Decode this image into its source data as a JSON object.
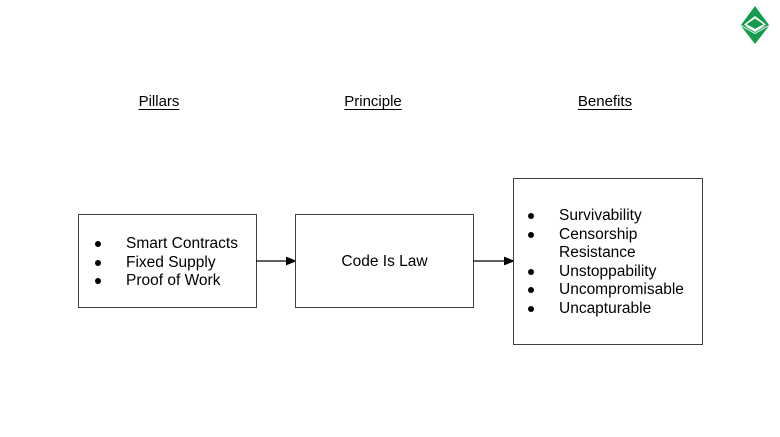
{
  "page": {
    "background_color": "#ffffff"
  },
  "logo": {
    "name": "ethereum-classic-logo",
    "color": "#169B4E",
    "color_dark": "#0D7A3B"
  },
  "headers": [
    {
      "id": "pillars",
      "label": "Pillars"
    },
    {
      "id": "principle",
      "label": "Principle"
    },
    {
      "id": "benefits",
      "label": "Benefits"
    }
  ],
  "boxes": {
    "pillars": {
      "title": "Pillars",
      "items": [
        "Smart Contracts",
        "Fixed Supply",
        "Proof of Work"
      ]
    },
    "principle": {
      "title": "Principle",
      "label": "Code Is Law"
    },
    "benefits": {
      "title": "Benefits",
      "items": [
        "Survivability",
        "Censorship Resistance",
        "Unstoppability",
        "Uncompromisable",
        "Uncapturable"
      ]
    }
  },
  "arrows": [
    {
      "id": "pillars-to-principle",
      "direction": "right"
    },
    {
      "id": "principle-to-benefits",
      "direction": "right"
    }
  ]
}
